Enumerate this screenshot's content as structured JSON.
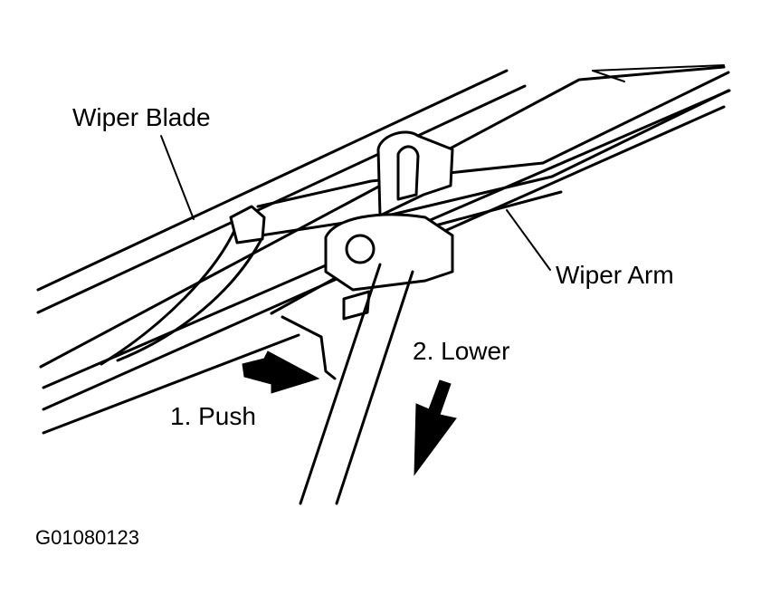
{
  "labels": {
    "wiper_blade": "Wiper Blade",
    "wiper_arm": "Wiper Arm",
    "step_push": "1. Push",
    "step_lower": "2. Lower",
    "figure_code": "G01080123"
  },
  "colors": {
    "line": "#000000",
    "background": "#ffffff"
  }
}
